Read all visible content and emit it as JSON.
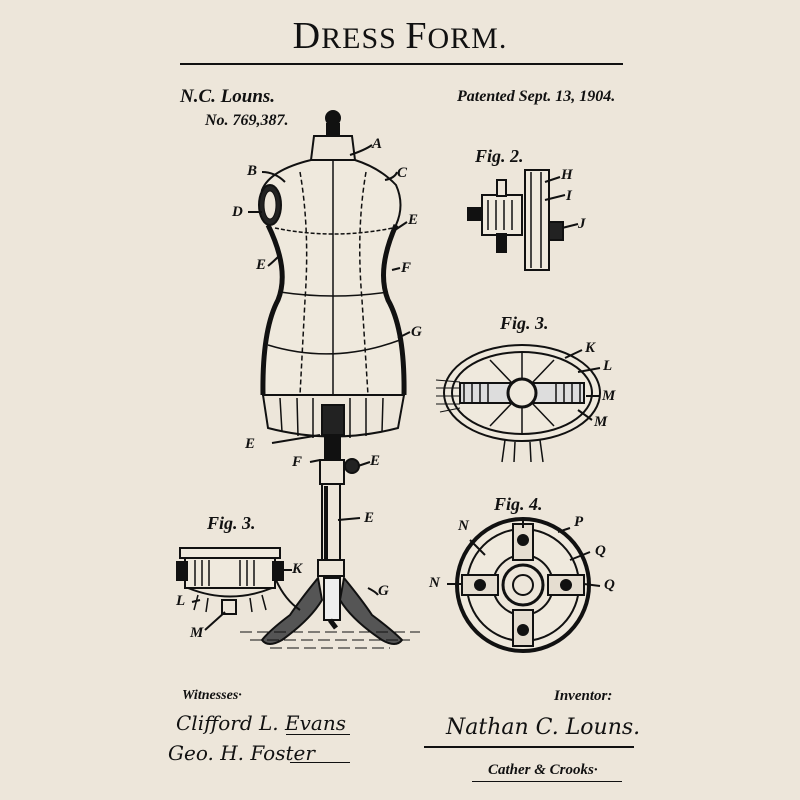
{
  "header": {
    "title_first": "D",
    "title_rest1": "RESS ",
    "title_second": "F",
    "title_rest2": "ORM."
  },
  "patent": {
    "inventor_short": "N.C. Louns.",
    "number": "No. 769,387.",
    "date": "Patented Sept. 13, 1904."
  },
  "figures": {
    "fig2": {
      "title": "Fig. 2.",
      "labels": [
        "H",
        "I",
        "J"
      ]
    },
    "fig3_right": {
      "title": "Fig. 3.",
      "labels": [
        "K",
        "L",
        "M",
        "M"
      ]
    },
    "fig4": {
      "title": "Fig. 4.",
      "labels": [
        "N",
        "P",
        "Q",
        "N",
        "Q"
      ]
    },
    "fig3_left": {
      "title": "Fig. 3.",
      "labels": [
        "K",
        "L",
        "M"
      ]
    },
    "main": {
      "labels": [
        "A",
        "B",
        "C",
        "D",
        "E",
        "E",
        "F",
        "G",
        "E",
        "F",
        "E",
        "E",
        "G"
      ]
    }
  },
  "footer": {
    "witnesses_label": "Witnesses·",
    "witness_1": "Clifford L. Evans",
    "witness_2": "Geo. H. Foster",
    "inventor_label": "Inventor:",
    "inventor_name": "Nathan C. Louns.",
    "attorneys": "Cather & Crooks·"
  },
  "colors": {
    "background": "#ede6da",
    "ink": "#111111"
  }
}
